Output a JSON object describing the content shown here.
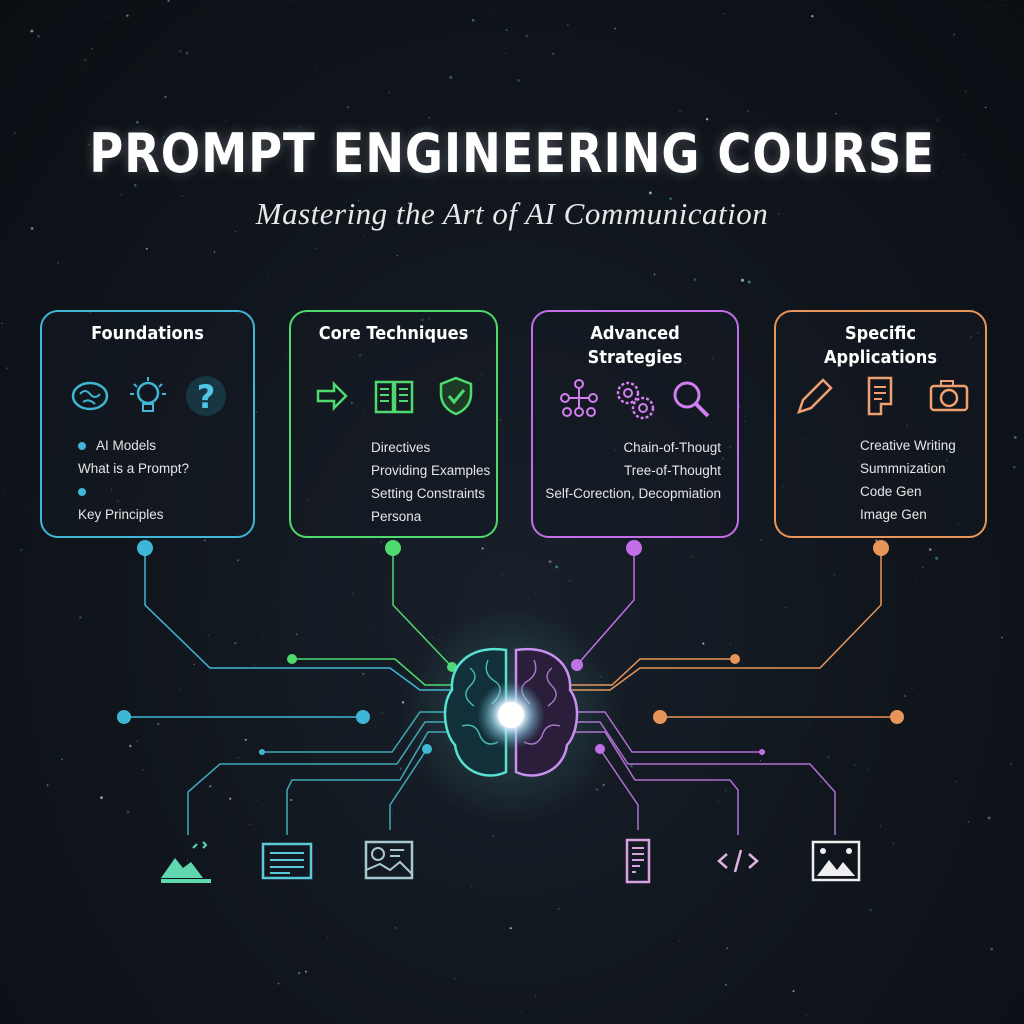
{
  "header": {
    "title": "PROMPT ENGINEERING COURSE",
    "subtitle": "Mastering the Art of AI Communication"
  },
  "modules": [
    {
      "title": "Foundations",
      "color": "#3fb6d6",
      "icons": [
        "brain-icon",
        "lightbulb-icon",
        "question-mark-icon"
      ],
      "items": [
        "AI Models",
        "What is a Prompt?",
        "Key Principles"
      ]
    },
    {
      "title": "Core Techniques",
      "color": "#4fd96f",
      "icons": [
        "arrow-right-icon",
        "open-book-icon",
        "shield-check-icon"
      ],
      "items": [
        "Directives",
        "Providing Examples",
        "Setting Constraints",
        "Persona"
      ]
    },
    {
      "title": "Advanced Strategies",
      "color": "#c36ee8",
      "icons": [
        "network-nodes-icon",
        "gears-icon",
        "magnifier-icon"
      ],
      "items": [
        "Chain-of-Thougt",
        "Tree-of-Thought",
        "Self-Corection, Decopmiation"
      ]
    },
    {
      "title": "Specific Applications",
      "color": "#e8955a",
      "icons": [
        "pen-icon",
        "document-icon",
        "camera-icon"
      ],
      "items": [
        "Creative Writing",
        "Summnization",
        "Code Gen",
        "Image Gen"
      ]
    }
  ],
  "center": {
    "icon": "glowing-brain-icon"
  },
  "bottom_icons": [
    "mountain-chart-icon",
    "text-lines-icon",
    "profile-card-icon",
    "scroll-icon",
    "code-icon",
    "image-icon"
  ]
}
